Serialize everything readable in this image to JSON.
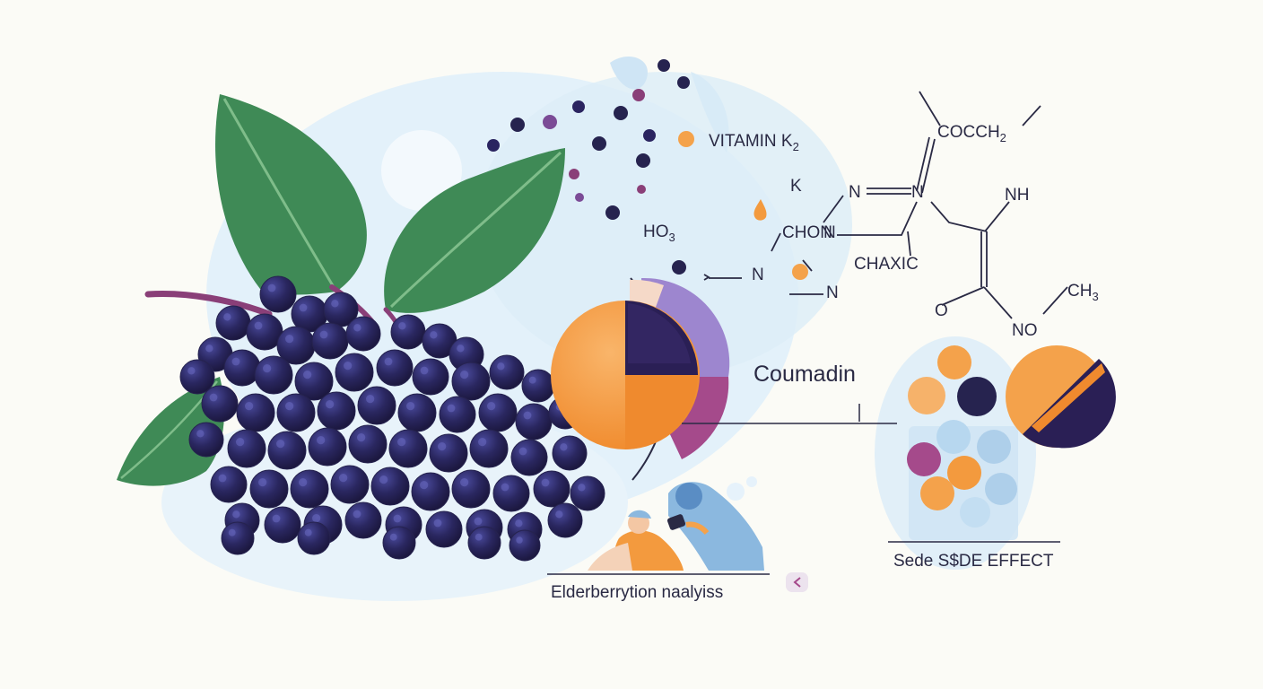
{
  "labels": {
    "vitamin": "VITAMIN K",
    "vitamin_sub": "2",
    "k": "K",
    "ho": "HO",
    "ho_sub": "3",
    "chon": "CHON",
    "n_top_left": "N",
    "n_top_right": "N",
    "n_chon": "N",
    "n_left": "N",
    "n_mid": "N",
    "chaxic": "CHAXIC",
    "cocch": "COCCH",
    "cocch_sub": "2",
    "nh": "NH",
    "ch": "CH",
    "ch_sub": "3",
    "o": "O",
    "no": "NO",
    "coumadin": "Coumadin",
    "caption_left": "Elderberrytion naalyiss",
    "caption_right": "Sede S$DE EFFECT"
  },
  "colors": {
    "berry": "#26234f",
    "berry_highlight": "#3b3a86",
    "leaf": "#3f8a56",
    "leaf_dark": "#2d6b40",
    "orange": "#f4a24b",
    "orange_dark": "#ef8a2e",
    "purple": "#8d72c2",
    "magenta": "#a54a8b",
    "navy": "#2a1f55",
    "blue_soft": "#d6ebf7",
    "ink": "#2a2a44"
  }
}
